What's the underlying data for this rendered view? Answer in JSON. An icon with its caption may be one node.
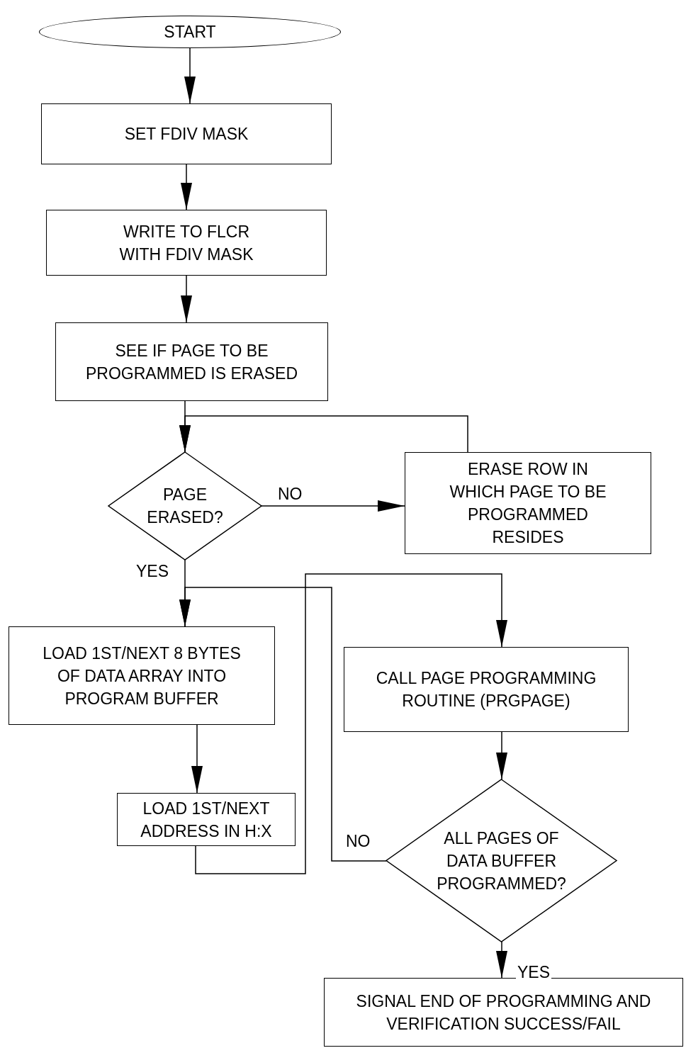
{
  "diagram": {
    "nodes": [
      {
        "text": [
          "START"
        ]
      },
      {
        "text": [
          "SET FDIV MASK"
        ]
      },
      {
        "text": [
          "WRITE TO FLCR WITH FDIV MASK"
        ]
      },
      {
        "text": [
          "SEE IF PAGE TO BE PROGRAMMED IS ERASED"
        ]
      },
      {
        "text": [
          "PAGE ERASED?"
        ]
      },
      {
        "text": [
          "ERASE ROW IN WHICH PAGE TO BE PROGRAMMED RESIDES"
        ]
      },
      {
        "text": [
          "LOAD 1ST/NEXT 8 BYTES OF DATA ARRAY INTO PROGRAM BUFFER"
        ]
      },
      {
        "text": [
          "LOAD 1ST/NEXT ADDRESS IN H:X"
        ]
      },
      {
        "text": [
          "CALL PAGE PROGRAMMING ROUTINE (PRGPAGE)"
        ]
      },
      {
        "text": [
          "ALL PAGES OF DATA BUFFER PROGRAMMED?"
        ]
      },
      {
        "text": [
          "SIGNAL END OF PROGRAMMING AND VERIFICATION SUCCESS/FAIL"
        ]
      }
    ],
    "edges": [
      {
        "from": 0,
        "to": 1,
        "arrow": "to"
      },
      {
        "from": 1,
        "to": 2,
        "arrow": "to"
      },
      {
        "from": 2,
        "to": 3,
        "arrow": "to"
      },
      {
        "from": 3,
        "to": 4,
        "arrow": "to"
      },
      {
        "from": 4,
        "to": 5,
        "arrow": "to",
        "label": "NO"
      },
      {
        "from": 5,
        "to": 4,
        "arrow": "to"
      },
      {
        "from": 4,
        "to": 6,
        "arrow": "to",
        "label": "YES"
      },
      {
        "from": 9,
        "to": 6,
        "arrow": "to",
        "label": "NO"
      },
      {
        "from": 6,
        "to": 7,
        "arrow": "to"
      },
      {
        "from": 7,
        "to": 8,
        "arrow": "to"
      },
      {
        "from": 8,
        "to": 9,
        "arrow": "to"
      },
      {
        "from": 9,
        "to": 10,
        "arrow": "to",
        "label": "YES"
      }
    ]
  }
}
